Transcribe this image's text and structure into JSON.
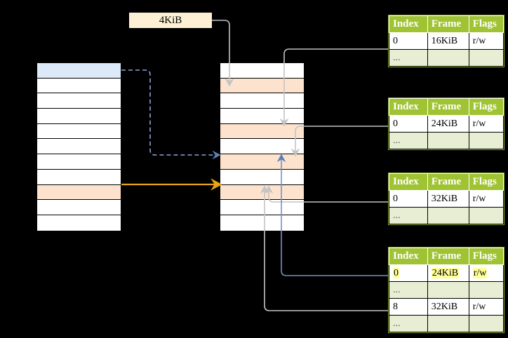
{
  "diagram": {
    "title": "page-table-walk",
    "page_size_tag": {
      "label": "4KiB"
    },
    "colors": {
      "header_green": "#a0c334",
      "ellipsis_row": "#e8eed3",
      "highlight_yellow": "#ffff99",
      "selected_blue": "#dce9f9",
      "selected_peach": "#fde3cd",
      "tag_bg": "#fdf0d5",
      "orange_arrow": "#e8a317",
      "blue_arrow": "#6f8fc4",
      "gray_arrow": "#b9b9b9"
    },
    "left_column": {
      "name": "page-directory",
      "rows": [
        {
          "fill": "blue"
        },
        {
          "fill": "white"
        },
        {
          "fill": "white"
        },
        {
          "fill": "white"
        },
        {
          "fill": "white"
        },
        {
          "fill": "white"
        },
        {
          "fill": "white"
        },
        {
          "fill": "white"
        },
        {
          "fill": "peach"
        },
        {
          "fill": "white"
        },
        {
          "fill": "white"
        }
      ]
    },
    "middle_column": {
      "name": "page-table",
      "rows": [
        {
          "fill": "white"
        },
        {
          "fill": "peach"
        },
        {
          "fill": "white"
        },
        {
          "fill": "white"
        },
        {
          "fill": "peach"
        },
        {
          "fill": "white"
        },
        {
          "fill": "peach"
        },
        {
          "fill": "white"
        },
        {
          "fill": "peach"
        },
        {
          "fill": "white"
        },
        {
          "fill": "white"
        }
      ]
    },
    "tables": [
      {
        "name": "frame-table-1",
        "headers": [
          "Index",
          "Frame",
          "Flags"
        ],
        "rows": [
          {
            "cells": [
              "0",
              "16KiB",
              "r/w"
            ],
            "style": "normal"
          },
          {
            "cells": [
              "...",
              "",
              ""
            ],
            "style": "ellipsis"
          }
        ]
      },
      {
        "name": "frame-table-2",
        "headers": [
          "Index",
          "Frame",
          "Flags"
        ],
        "rows": [
          {
            "cells": [
              "0",
              "24KiB",
              "r/w"
            ],
            "style": "normal"
          },
          {
            "cells": [
              "...",
              "",
              ""
            ],
            "style": "ellipsis"
          }
        ]
      },
      {
        "name": "frame-table-3",
        "headers": [
          "Index",
          "Frame",
          "Flags"
        ],
        "rows": [
          {
            "cells": [
              "0",
              "32KiB",
              "r/w"
            ],
            "style": "normal"
          },
          {
            "cells": [
              "...",
              "",
              ""
            ],
            "style": "ellipsis"
          }
        ]
      },
      {
        "name": "frame-table-4",
        "headers": [
          "Index",
          "Frame",
          "Flags"
        ],
        "rows": [
          {
            "cells": [
              "0",
              "24KiB",
              "r/w"
            ],
            "style": "highlight"
          },
          {
            "cells": [
              "...",
              "",
              ""
            ],
            "style": "ellipsis"
          },
          {
            "cells": [
              "8",
              "32KiB",
              "r/w"
            ],
            "style": "normal"
          },
          {
            "cells": [
              "...",
              "",
              ""
            ],
            "style": "ellipsis"
          }
        ]
      }
    ]
  }
}
